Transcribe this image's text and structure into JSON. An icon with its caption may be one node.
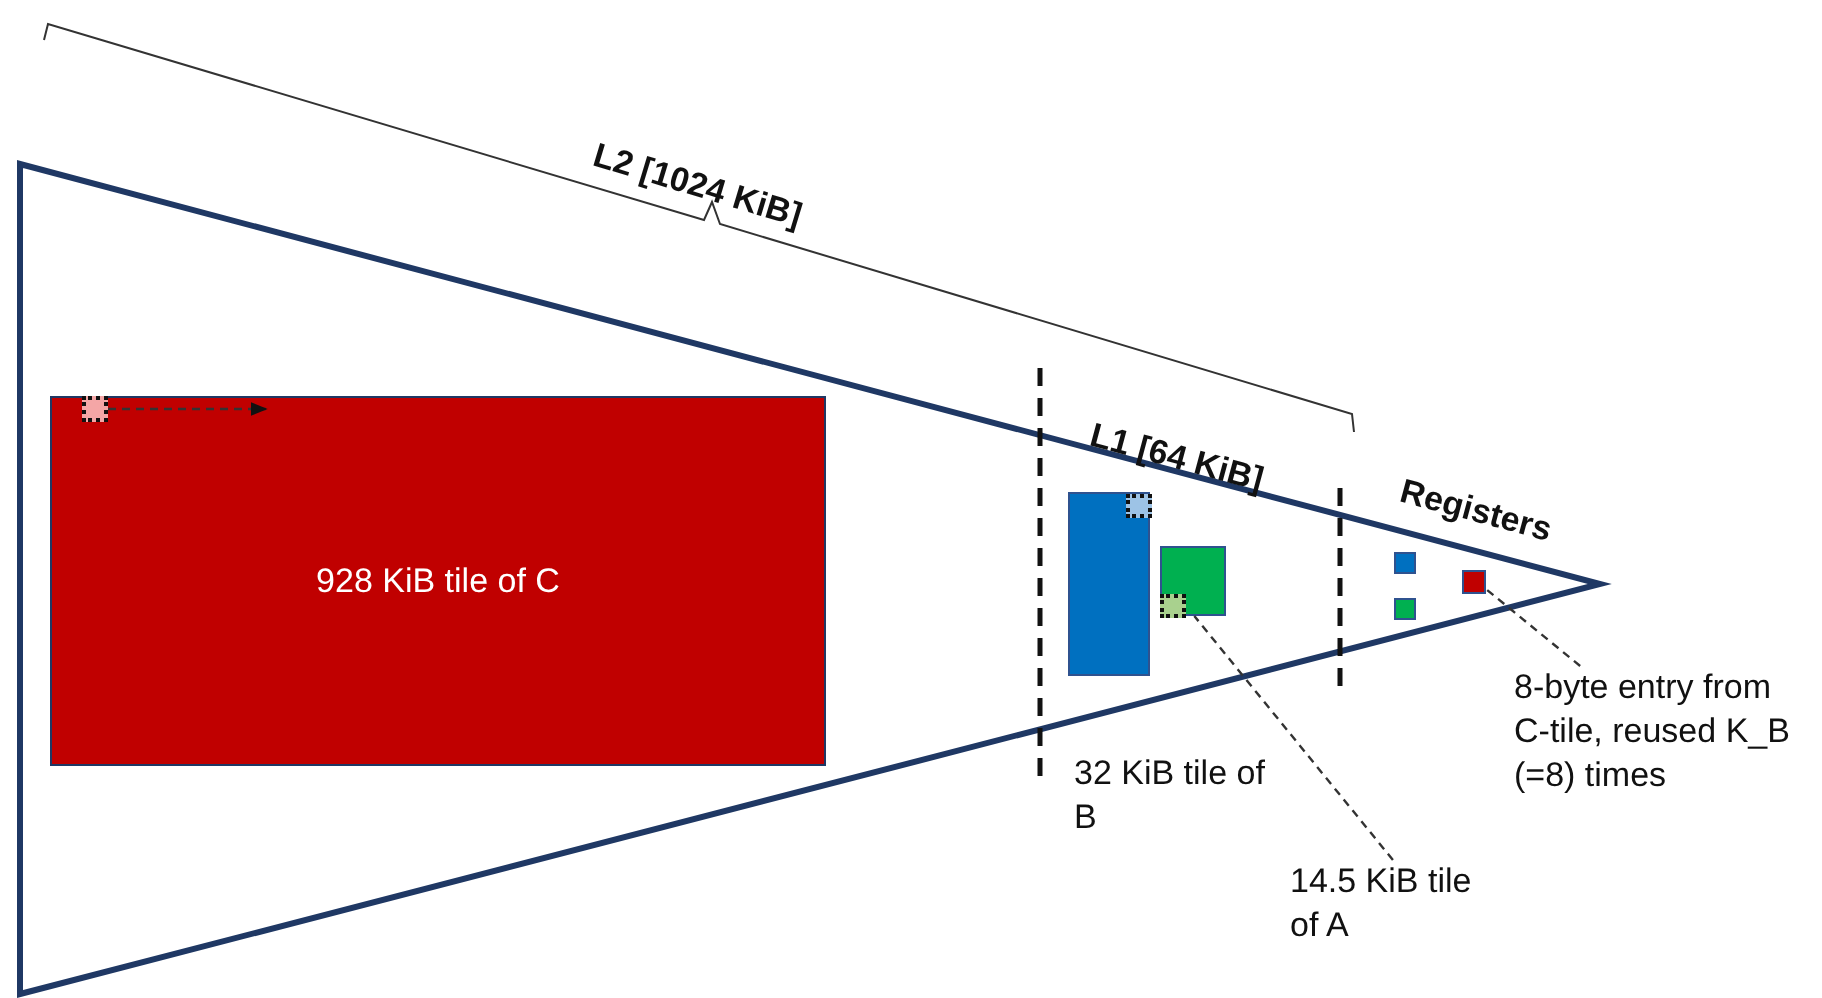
{
  "diagram": {
    "nodes": [
      {
        "text": [
          "928 KiB tile of C"
        ]
      },
      {
        "text": [],
        "shape": "box",
        "in": 0
      },
      {
        "text": [],
        "shape": "box"
      },
      {
        "text": [],
        "shape": "box",
        "in": 2
      },
      {
        "text": [],
        "shape": "box"
      },
      {
        "text": [],
        "shape": "box",
        "in": 4
      },
      {
        "text": [],
        "shape": "box"
      },
      {
        "text": [],
        "shape": "box"
      },
      {
        "text": [],
        "shape": "box"
      },
      {
        "text": [
          "14.5 KiB tile of A"
        ]
      },
      {
        "text": [
          "8-byte entry from C-tile, reused K_B (=8) times"
        ]
      }
    ],
    "edges": [
      {
        "from": 1,
        "to": null,
        "arrow": "to",
        "style": "dashed"
      },
      {
        "from": 9,
        "to": 4,
        "arrow": "none",
        "style": "dashed"
      },
      {
        "from": 10,
        "to": 8,
        "arrow": "none",
        "style": "dashed"
      }
    ],
    "labels": [
      "L2 [1024 KiB]",
      "L1 [64 KiB]",
      "Registers",
      "32 KiB tile of B"
    ]
  }
}
